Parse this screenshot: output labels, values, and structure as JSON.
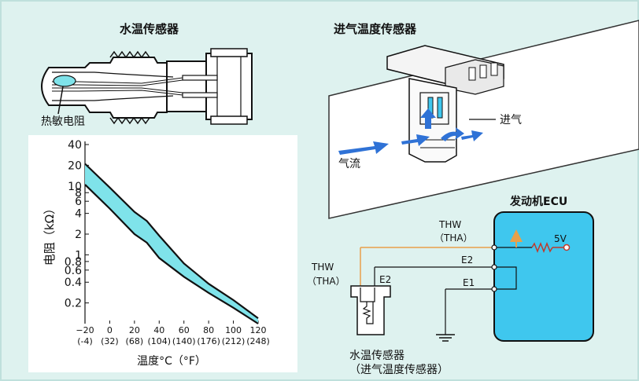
{
  "water_sensor": {
    "title": "水温传感器",
    "thermistor_label": "热敏电阻"
  },
  "intake_sensor": {
    "title": "进气温度传感器",
    "intake_label": "进气",
    "airflow_label": "气流"
  },
  "circuit": {
    "ecu_title": "发动机ECU",
    "ecu_thw": "THW",
    "ecu_tha": "（THA）",
    "ecu_e2": "E2",
    "ecu_e1": "E1",
    "supply_voltage": "5V",
    "sensor_thw": "THW",
    "sensor_tha": "（THA）",
    "sensor_e2": "E2",
    "sensor_name": "水温传感器",
    "sensor_name_alt": "（进气温度传感器）"
  },
  "colors": {
    "background": "#def2ef",
    "band_fill": "#7fe3ea",
    "ecu_fill": "#3fc7ee",
    "signal_wire": "#e8a04a",
    "resistor": "#c0392b",
    "airflow_arrow": "#2f72d6"
  },
  "chart_data": {
    "type": "area",
    "xlabel": "温度°C（°F）",
    "ylabel": "电阻（kΩ）",
    "log_scale_y": true,
    "ylim": [
      0.1,
      40
    ],
    "xlim": [
      -20,
      120
    ],
    "x_ticks": [
      "-20",
      "0",
      "20",
      "40",
      "60",
      "80",
      "100",
      "120"
    ],
    "x_ticks_f": [
      "(-4)",
      "(32)",
      "(68)",
      "(104)",
      "(140)",
      "(176)",
      "(212)",
      "(248)"
    ],
    "y_ticks": [
      "40",
      "20",
      "10",
      "8",
      "6",
      "4",
      "2",
      "1",
      "0.8",
      "0.6",
      "0.4",
      "0.2"
    ],
    "series": [
      {
        "x": [
          -20,
          0,
          20,
          30,
          40,
          60,
          80,
          100,
          120
        ],
        "values": [
          21,
          9.5,
          4.2,
          3.1,
          1.9,
          0.75,
          0.38,
          0.22,
          0.12
        ]
      },
      {
        "x": [
          -20,
          0,
          20,
          30,
          40,
          60,
          80,
          100,
          120
        ],
        "values": [
          10.5,
          4.7,
          2.0,
          1.5,
          0.9,
          0.48,
          0.28,
          0.17,
          0.1
        ]
      }
    ]
  }
}
